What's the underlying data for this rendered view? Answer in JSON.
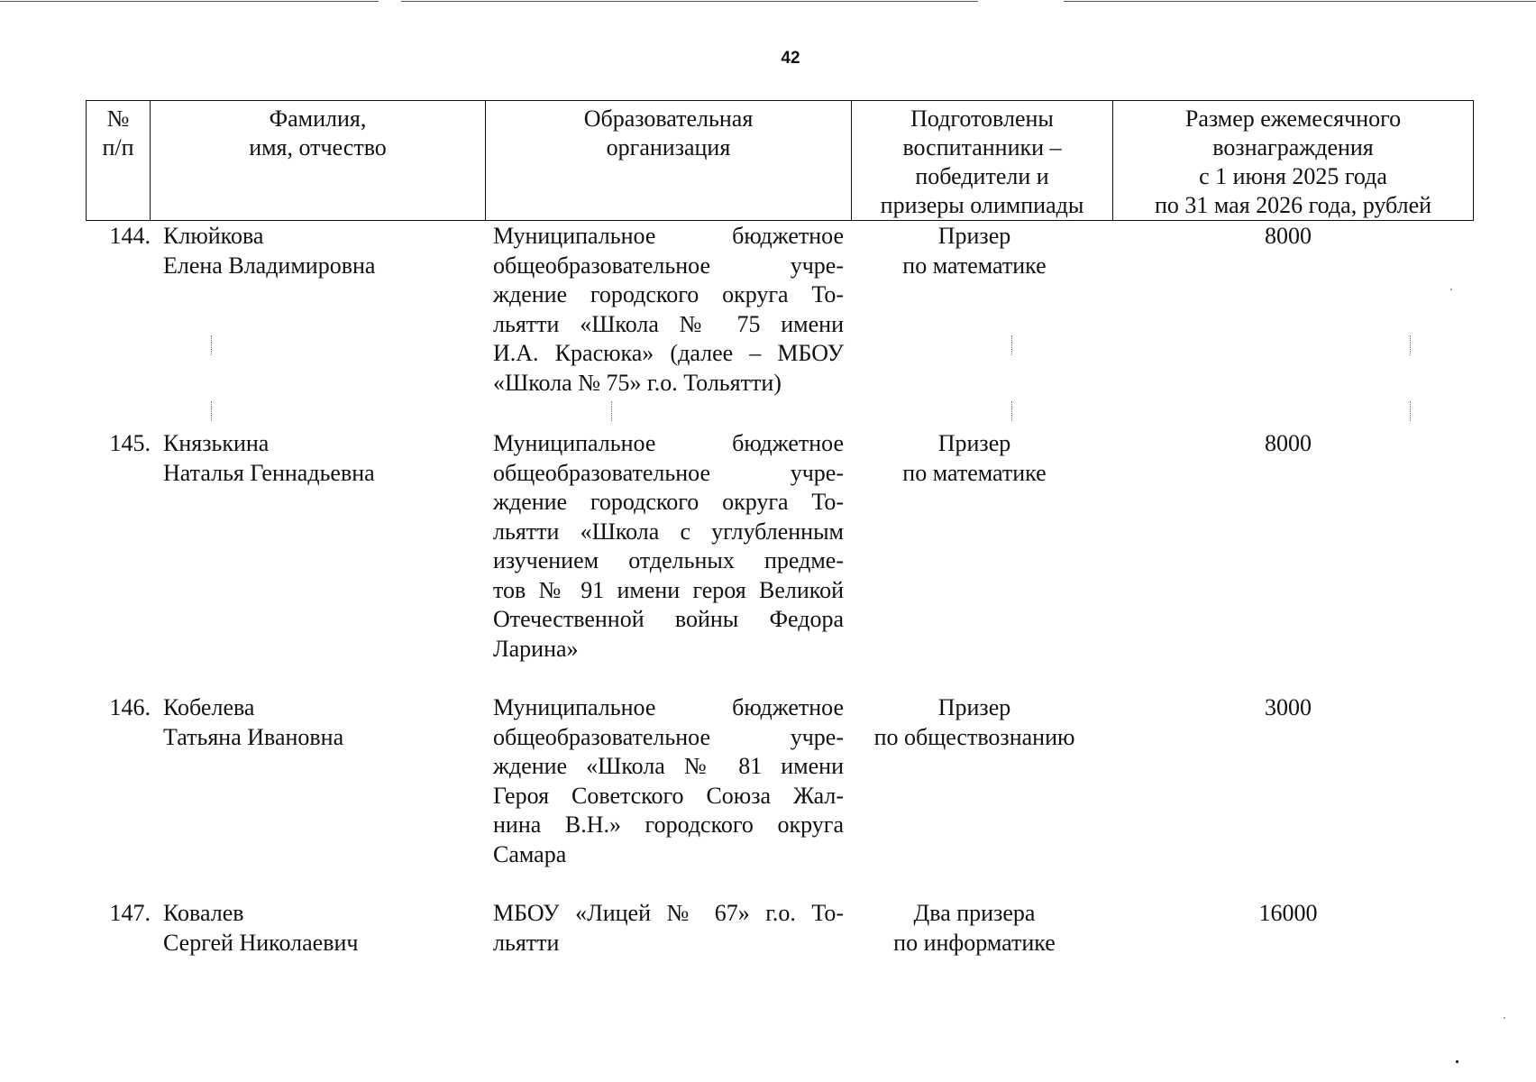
{
  "page_number": "42",
  "header": {
    "col_num": "№ п/п",
    "col_num_lines": [
      "№",
      "п/п"
    ],
    "col_name_lines": [
      "Фамилия,",
      "имя, отчество"
    ],
    "col_org_lines": [
      "Образовательная",
      "организация"
    ],
    "col_result_lines": [
      "Подготовлены",
      "воспитанники –",
      "победители и",
      "призеры олимпиады"
    ],
    "col_amount_lines": [
      "Размер ежемесячного",
      "вознаграждения",
      "с 1 июня 2025 года",
      "по 31 мая 2026 года, рублей"
    ]
  },
  "rows": [
    {
      "num": "144.",
      "name_lines": [
        "Клюйкова",
        "Елена Владимировна"
      ],
      "org_lines": [
        "Муниципальное бюджетное",
        "общеобразовательное учре-",
        "ждение городского округа То-",
        "льятти «Школа № 75 имени",
        "И.А. Красюка» (далее – МБОУ",
        "«Школа № 75» г.о. Тольятти)"
      ],
      "result_lines": [
        "Призер",
        "по математике"
      ],
      "amount": "8000"
    },
    {
      "num": "145.",
      "name_lines": [
        "Князькина",
        "Наталья Геннадьевна"
      ],
      "org_lines": [
        "Муниципальное бюджетное",
        "общеобразовательное учре-",
        "ждение городского округа То-",
        "льятти «Школа с углубленным",
        "изучением отдельных предме-",
        "тов № 91 имени героя Великой",
        "Отечественной войны Федора",
        "Ларина»"
      ],
      "result_lines": [
        "Призер",
        "по математике"
      ],
      "amount": "8000"
    },
    {
      "num": "146.",
      "name_lines": [
        "Кобелева",
        "Татьяна Ивановна"
      ],
      "org_lines": [
        "Муниципальное бюджетное",
        "общеобразовательное учре-",
        "ждение «Школа № 81 имени",
        "Героя Советского Союза Жал-",
        "нина В.Н.» городского округа",
        "Самара"
      ],
      "result_lines": [
        "Призер",
        "по обществознанию"
      ],
      "amount": "3000"
    },
    {
      "num": "147.",
      "name_lines": [
        "Ковалев",
        "Сергей Николаевич"
      ],
      "org_lines": [
        "МБОУ «Лицей № 67» г.о. То-",
        "льятти"
      ],
      "result_lines": [
        "Два призера",
        "по информатике"
      ],
      "amount": "16000"
    }
  ]
}
